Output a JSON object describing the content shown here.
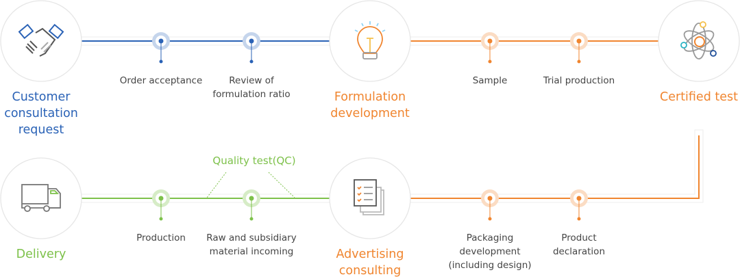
{
  "colors": {
    "blue": "#2a62b6",
    "orange": "#f0852f",
    "green": "#7dc14a"
  },
  "stages": [
    {
      "name": "Customer consultation request",
      "lines": [
        "Customer",
        "consultation",
        "request"
      ],
      "icon": "handshake-icon"
    },
    {
      "name": "Formulation development",
      "lines": [
        "Formulation",
        "development"
      ],
      "icon": "lightbulb-icon"
    },
    {
      "name": "Certified test",
      "lines": [
        "Certified test"
      ],
      "icon": "atom-icon"
    },
    {
      "name": "Advertising consulting",
      "lines": [
        "Advertising",
        "consulting"
      ],
      "icon": "checklist-icon"
    },
    {
      "name": "Delivery",
      "lines": [
        "Delivery"
      ],
      "icon": "truck-icon"
    }
  ],
  "steps": {
    "order_acceptance": [
      "Order acceptance"
    ],
    "review": [
      "Review of",
      "formulation ratio"
    ],
    "sample": [
      "Sample"
    ],
    "trial": [
      "Trial production"
    ],
    "packaging": [
      "Packaging",
      "development",
      "(including design)"
    ],
    "declaration": [
      "Product",
      "declaration"
    ],
    "raw": [
      "Raw and subsidiary",
      "material incoming"
    ],
    "production": [
      "Production"
    ]
  },
  "qc_label": "Quality test(QC)"
}
